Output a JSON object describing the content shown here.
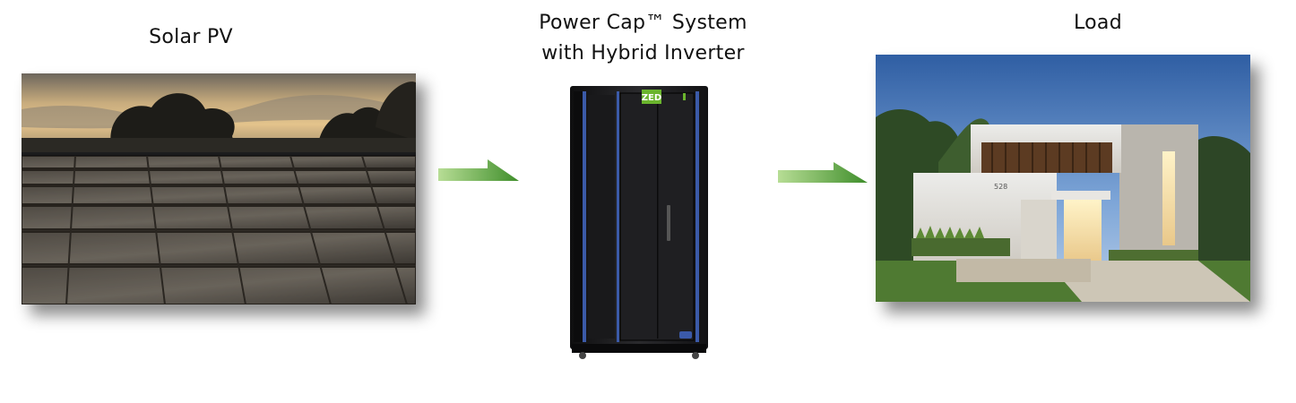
{
  "nodes": [
    {
      "id": "solar",
      "label": "Solar PV",
      "image": "solar-panels-photo"
    },
    {
      "id": "power",
      "label_lines": [
        "Power Cap™ System",
        "with Hybrid Inverter"
      ],
      "image": "server-cabinet-photo",
      "badge": "ZED"
    },
    {
      "id": "load",
      "label": "Load",
      "image": "modern-house-photo",
      "house_number": "528"
    }
  ],
  "edges": [
    {
      "from": "solar",
      "to": "power"
    },
    {
      "from": "power",
      "to": "load"
    }
  ],
  "colors": {
    "arrow_light": "#b7dd95",
    "arrow_dark": "#3f8e2b",
    "cabinet": "#1b1b1d",
    "cabinet_trim": "#3b5aa8",
    "badge_green": "#6ab42d",
    "sky_dusk": "#d9b985",
    "sky_blue": "#2f5ea3"
  }
}
